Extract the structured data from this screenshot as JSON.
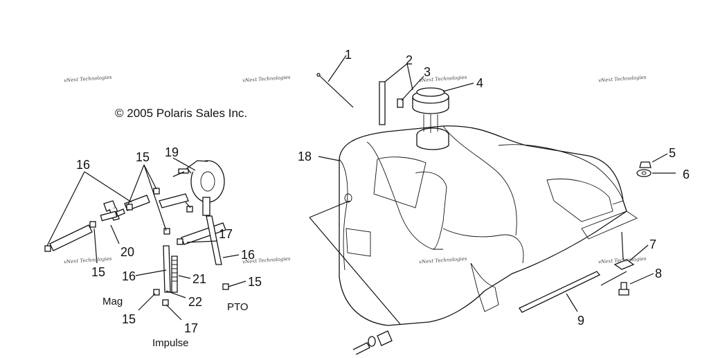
{
  "diagram": {
    "copyright": "© 2005 Polaris Sales Inc.",
    "watermark": "vNext Technologies",
    "captions": {
      "mag": "Mag",
      "pto": "PTO",
      "impulse": "Impulse"
    },
    "callouts": {
      "c1": "1",
      "c2": "2",
      "c3": "3",
      "c4": "4",
      "c5": "5",
      "c6": "6",
      "c7": "7",
      "c8": "8",
      "c9": "9",
      "c15a": "15",
      "c15b": "15",
      "c15c": "15",
      "c15d": "15",
      "c16a": "16",
      "c16b": "16",
      "c16c": "16",
      "c17a": "17",
      "c17b": "17",
      "c18": "18",
      "c19": "19",
      "c20": "20",
      "c21": "21",
      "c22": "22"
    }
  }
}
